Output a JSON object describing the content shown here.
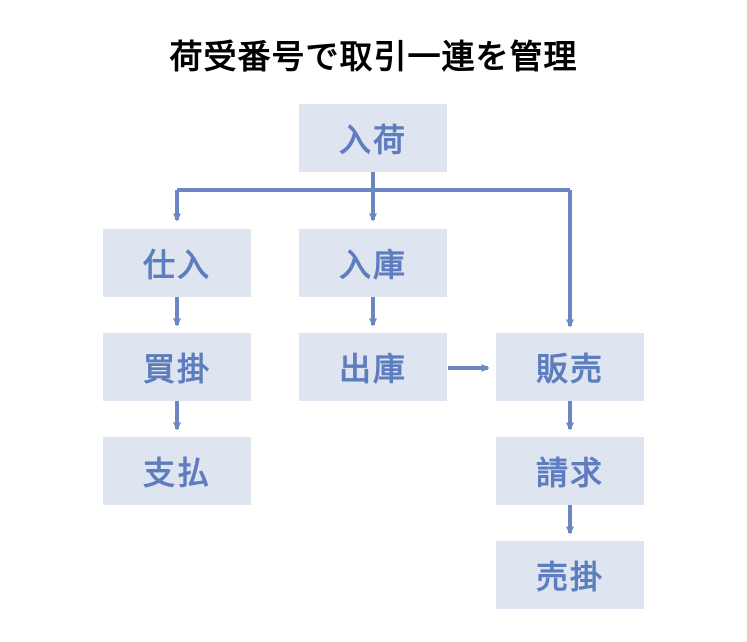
{
  "title": "荷受番号で取引一連を管理",
  "nodes": {
    "arrival": "入荷",
    "purchase": "仕入",
    "stock_in": "入庫",
    "payable": "買掛",
    "stock_out": "出庫",
    "sales": "販売",
    "payment": "支払",
    "billing": "請求",
    "receivable": "売掛"
  },
  "colors": {
    "box_fill": "#dfe4f1",
    "text": "#5d7dbf",
    "arrow": "#6c86c2",
    "title": "#000000"
  }
}
